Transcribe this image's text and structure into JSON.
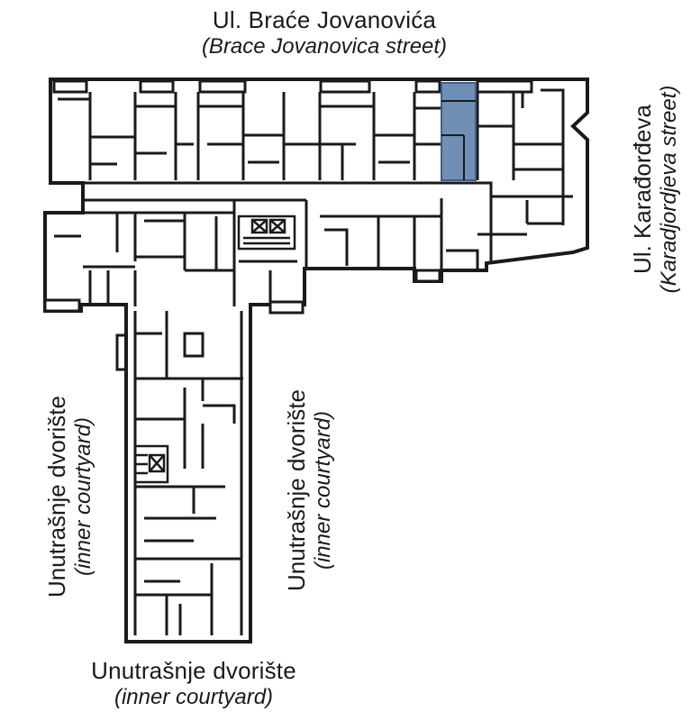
{
  "labels": {
    "top": {
      "main": "Ul. Braće Jovanovića",
      "sub": "(Brace Jovanovica street)"
    },
    "right": {
      "main": "Ul. Karađorđeva",
      "sub": "(Karadjordjeva street)"
    },
    "left": {
      "main": "Unutrašnje dvorište",
      "sub": "(inner courtyard)"
    },
    "middle": {
      "main": "Unutrašnje dvorište",
      "sub": "(inner courtyard)"
    },
    "bottom": {
      "main": "Unutrašnje dvorište",
      "sub": "(inner courtyard)"
    }
  },
  "colors": {
    "wall": "#1a1a1a",
    "highlight": "#6f8fb5",
    "highlight_stroke": "#3d5f8a"
  }
}
